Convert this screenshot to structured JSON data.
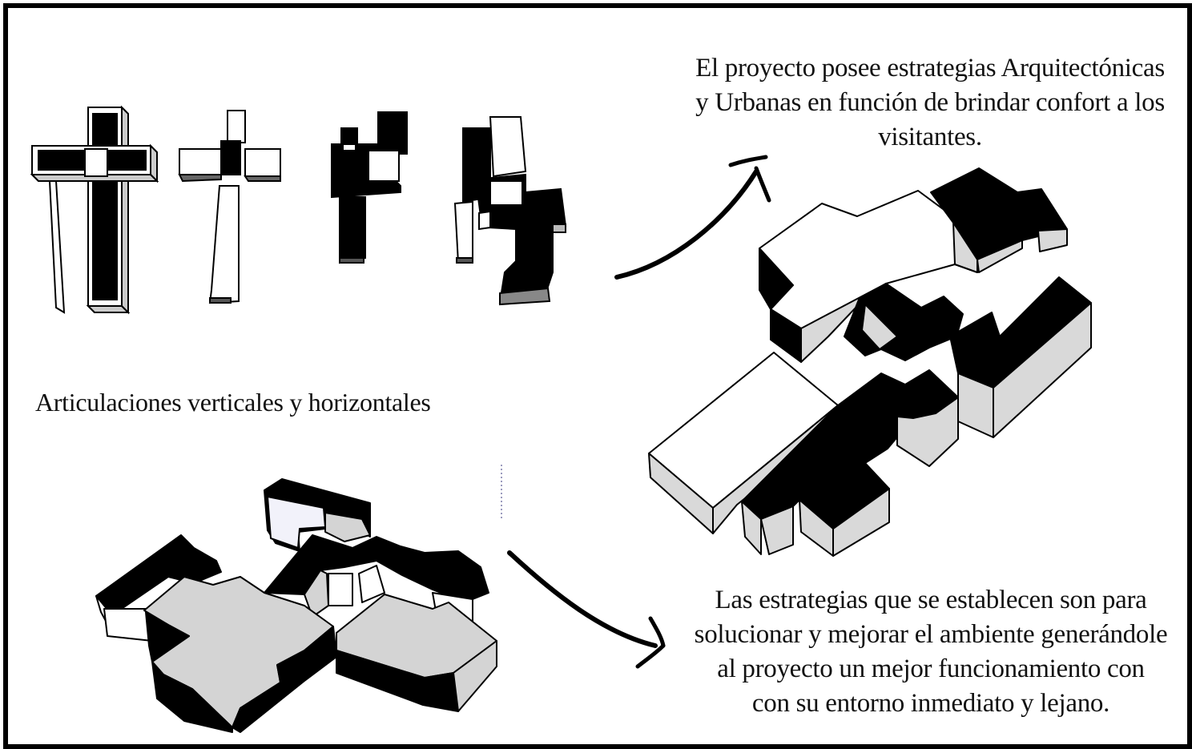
{
  "texts": {
    "top_paragraph": [
      "El proyecto posee estrategias Arquitectónicas",
      "y Urbanas en función de brindar confort a los",
      "visitantes."
    ],
    "left_caption": "Articulaciones verticales y horizontales",
    "bottom_paragraph": [
      "Las estrategias que se establecen son para",
      "solucionar y mejorar el ambiente generándole",
      "al proyecto un mejor funcionamiento con",
      "con su entorno inmediato y lejano."
    ]
  },
  "colors": {
    "frame": "#000000",
    "solid": "#000000",
    "light_face": "#ffffff",
    "grey_face": "#d4d4d4",
    "mid_grey": "#bdbdbd",
    "pale_blue": "#f2f2fa"
  },
  "figures": [
    "cross-outline-model",
    "cross-split-model",
    "articulated-cross-model",
    "articulated-cluster-model",
    "large-isometric-building-model",
    "lower-isometric-building-model"
  ],
  "arrows": [
    "curved-arrow-up-right",
    "curved-arrow-down-right"
  ]
}
